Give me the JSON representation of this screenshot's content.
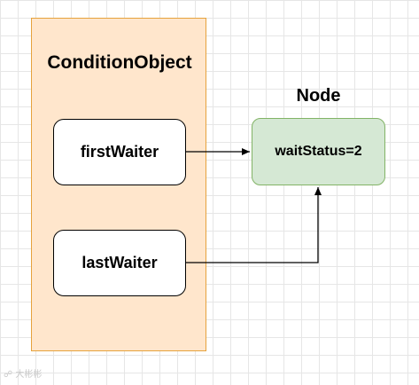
{
  "container": {
    "title": "ConditionObject",
    "fields": [
      {
        "label": "firstWaiter"
      },
      {
        "label": "lastWaiter"
      }
    ]
  },
  "node": {
    "title": "Node",
    "status": "waitStatus=2"
  },
  "connections": [
    {
      "from": "firstWaiter",
      "to": "Node"
    },
    {
      "from": "lastWaiter",
      "to": "Node"
    }
  ],
  "watermark": "大彬彬"
}
